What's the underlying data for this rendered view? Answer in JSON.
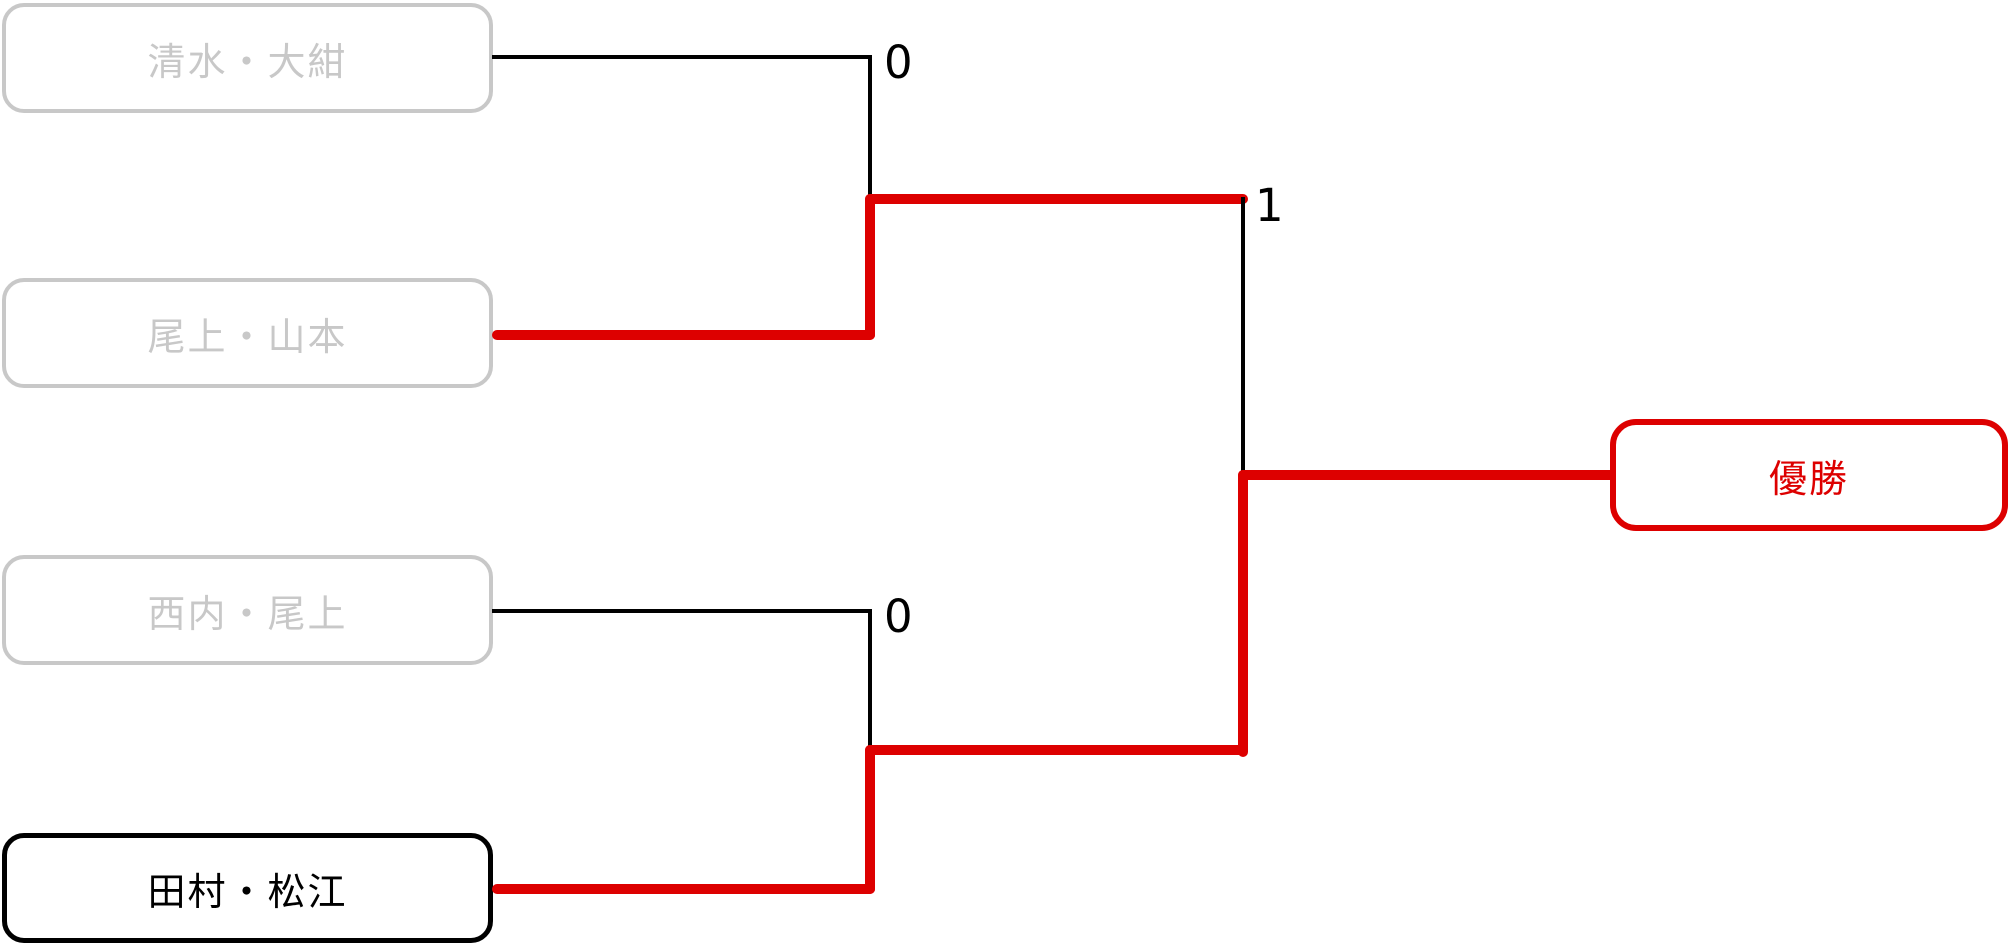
{
  "teams": [
    {
      "name": "清水・大紺",
      "status": "eliminated"
    },
    {
      "name": "尾上・山本",
      "status": "eliminated"
    },
    {
      "name": "西内・尾上",
      "status": "eliminated"
    },
    {
      "name": "田村・松江",
      "status": "advancing"
    }
  ],
  "score_labels": {
    "match1": "0",
    "final": "1",
    "match2": "0"
  },
  "champion_label": "優勝",
  "colors": {
    "winner_path_red": "#dd0000",
    "eliminated_gray": "#c8c8c8",
    "line_black": "#000000",
    "background": "#ffffff"
  }
}
